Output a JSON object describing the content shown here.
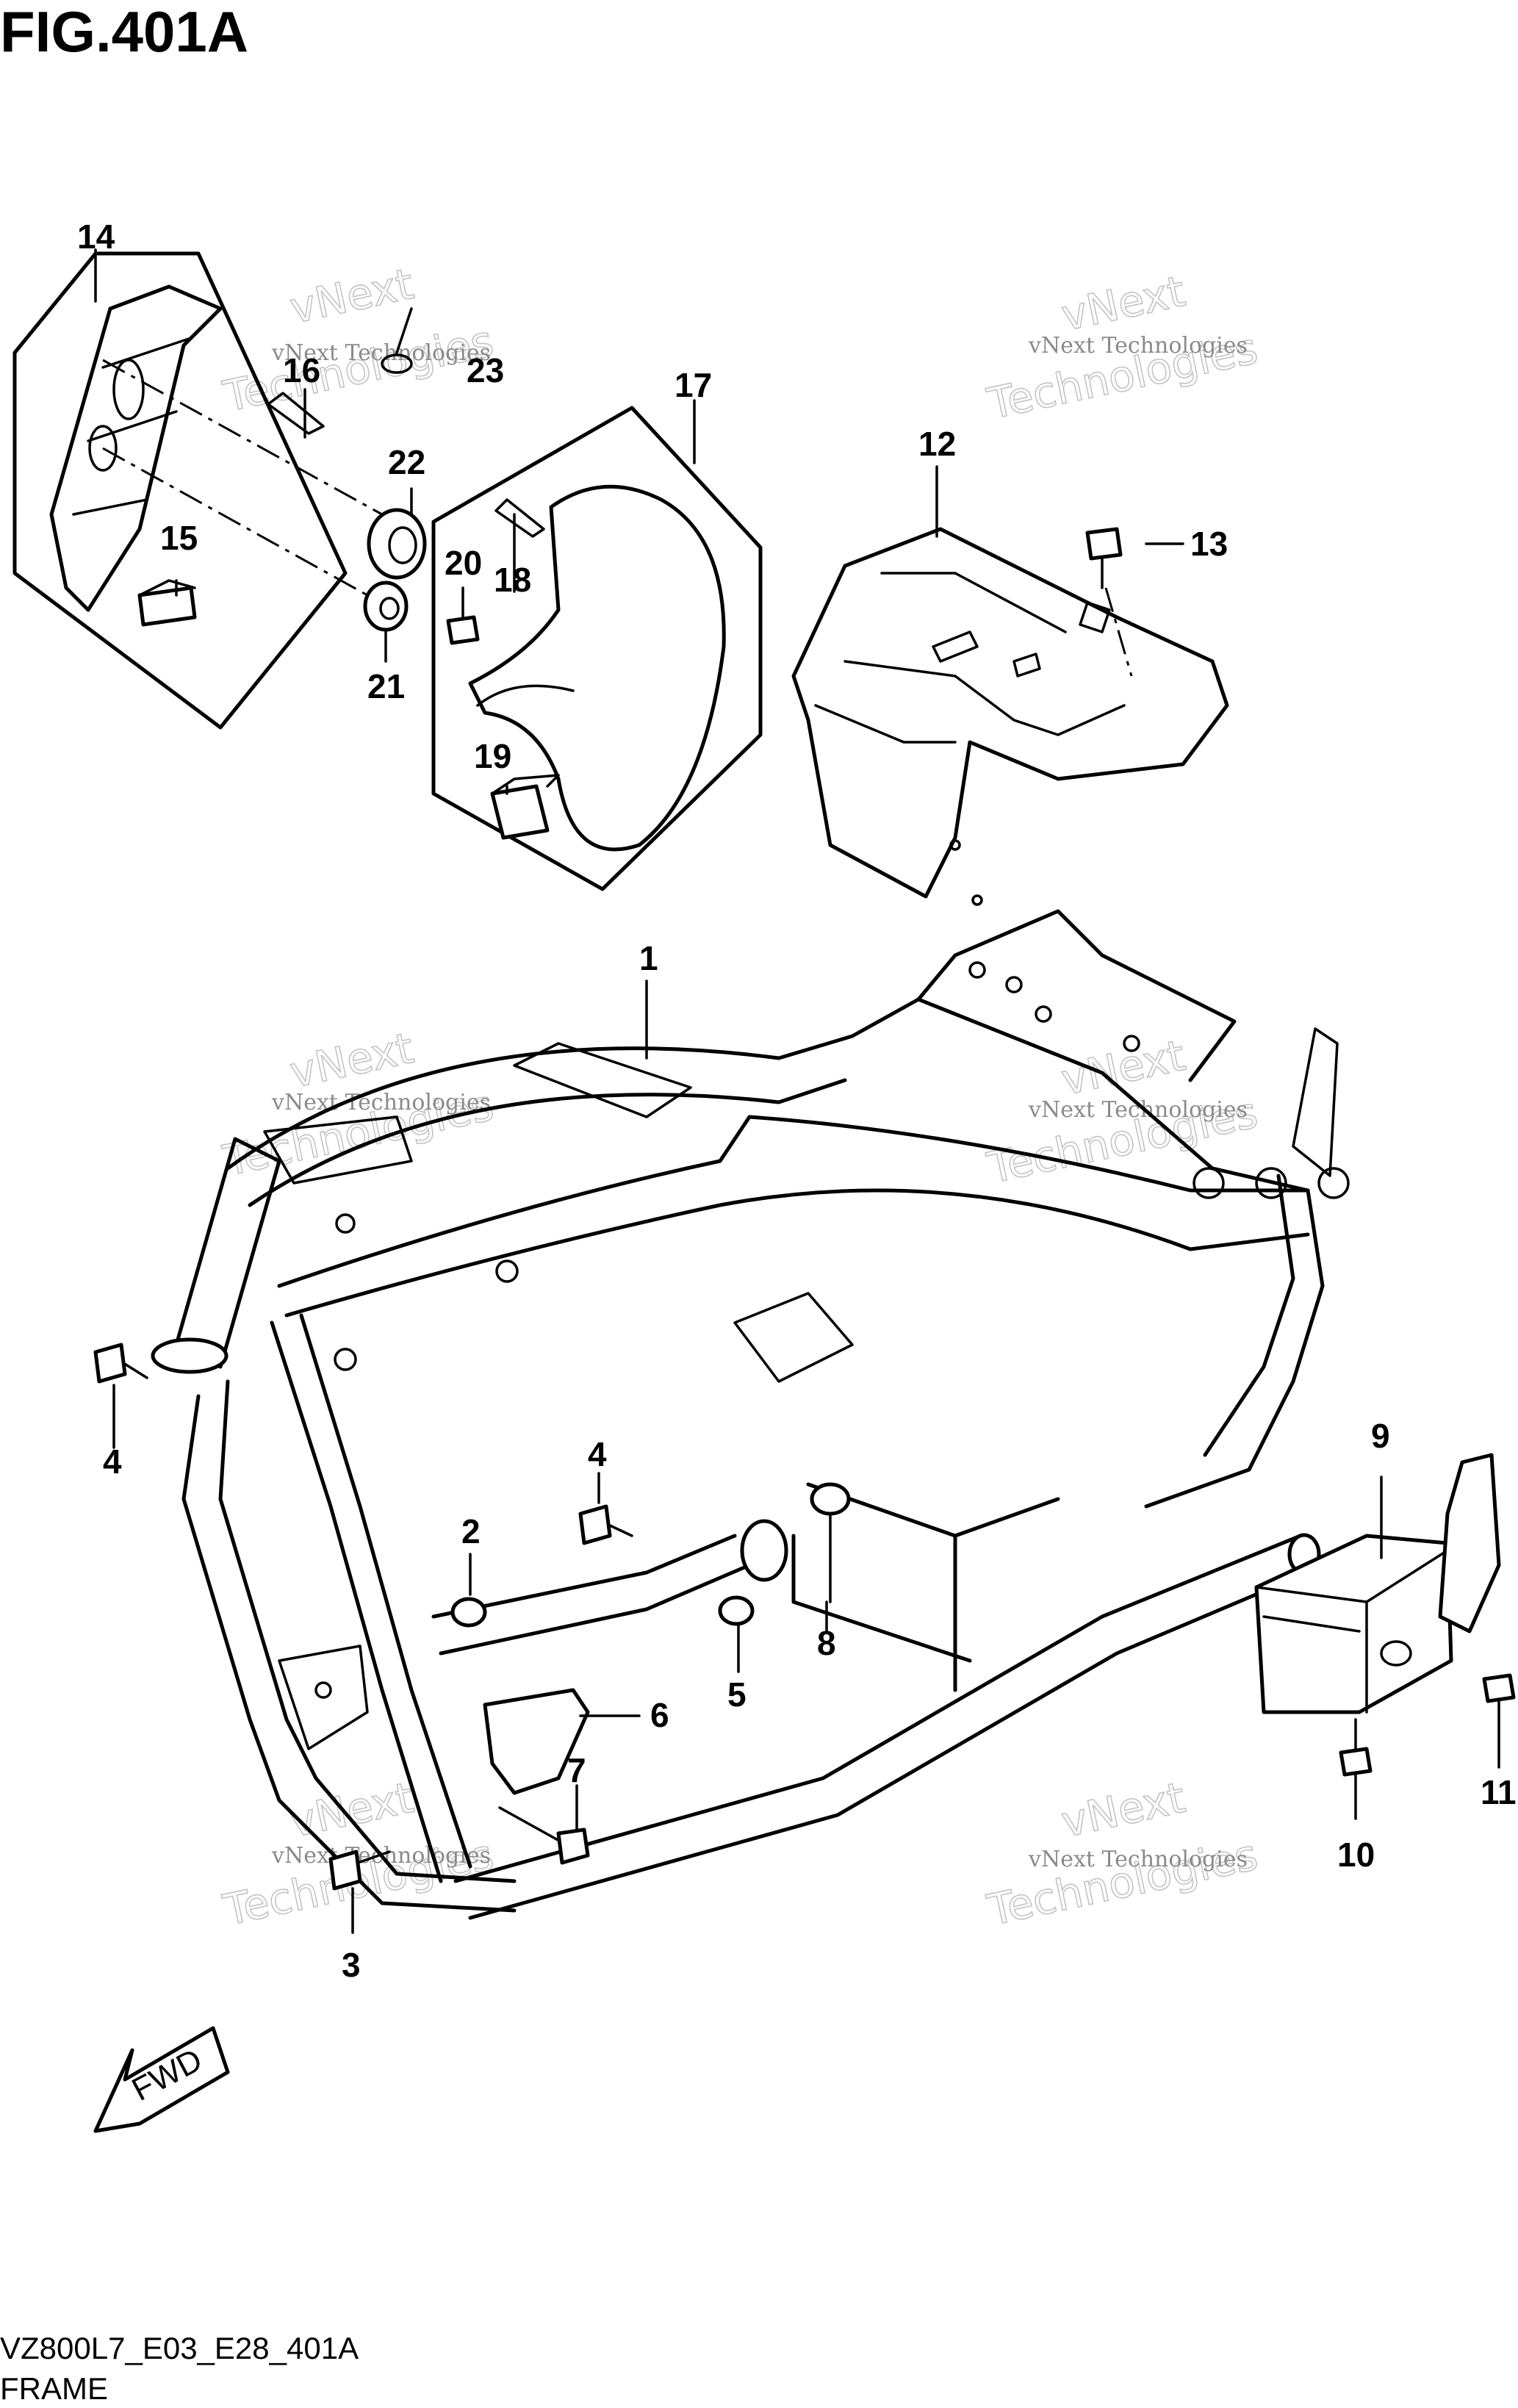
{
  "figure": {
    "title": "FIG.401A",
    "code": "VZ800L7_E03_E28_401A",
    "name": "FRAME"
  },
  "fwd_label": "FWD",
  "watermark": {
    "line1": "vNext Technologies",
    "line2": "vNext",
    "line3": "Technologies"
  },
  "callouts": {
    "c1": "1",
    "c2": "2",
    "c3": "3",
    "c4a": "4",
    "c4b": "4",
    "c5": "5",
    "c6": "6",
    "c7": "7",
    "c8": "8",
    "c9": "9",
    "c10": "10",
    "c11": "11",
    "c12": "12",
    "c13": "13",
    "c14": "14",
    "c15": "15",
    "c16": "16",
    "c17": "17",
    "c18": "18",
    "c19": "19",
    "c20": "20",
    "c21": "21",
    "c22": "22",
    "c23": "23"
  }
}
